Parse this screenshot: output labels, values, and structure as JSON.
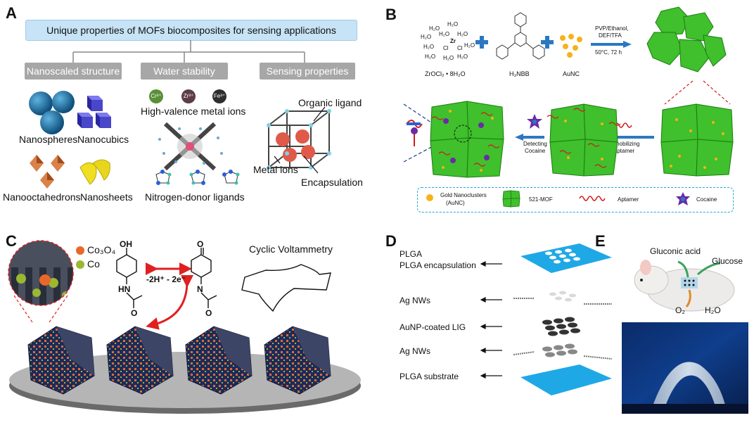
{
  "panel_a": {
    "label": "A",
    "title": "Unique properties of MOFs biocomposites for sensing applications",
    "categories": [
      "Nanoscaled structure",
      "Water stability",
      "Sensing properties"
    ],
    "shapes": [
      "Nanospheres",
      "Nanocubics",
      "Nanooctahedrons",
      "Nanosheets"
    ],
    "ions": [
      "Cr³⁺",
      "Zr³⁺",
      "Fe³⁺"
    ],
    "high_valence": "High-valence metal ions",
    "nitrogen": "Nitrogen-donor ligands",
    "organic_ligand": "Organic ligand",
    "metal_ions": "Metal ions",
    "encapsulation": "Encapsulation",
    "colors": {
      "box": "#c7e3f6",
      "gray": "#a7a7a7",
      "sphere": "#1a6fa3",
      "cube": "#4a46c9",
      "octa": "#c8642a",
      "sheet": "#e8d61c"
    }
  },
  "panel_b": {
    "label": "B",
    "water": "H₂O",
    "zr": "Zr",
    "cl": "Cl",
    "reagent1": "ZrOCl₂ • 8H₂O",
    "reagent2": "H₃NBB",
    "reagent3": "AuNC",
    "conditions": [
      "PVP/Ethanol,",
      "DEF/TFA",
      "50°C, 72 h"
    ],
    "step_immobilize": [
      "Immobilizing",
      "Aptamer"
    ],
    "step_detect": [
      "Detecting",
      "Cocaine"
    ],
    "legend": [
      "Gold Nanoclusters",
      "(AuNC)",
      "521-MOF",
      "Aptamer",
      "Cocaine"
    ],
    "colors": {
      "mof": "#39c529",
      "arrow": "#2b78c2",
      "legend_border": "#22a7d6",
      "aptamer": "#d11b1b",
      "cocaine": "#6a2aa8"
    }
  },
  "panel_c": {
    "label": "C",
    "legend": [
      "Co₃O₄",
      "Co"
    ],
    "reaction": "-2H⁺ - 2e⁻",
    "title": "Cyclic Voltammetry",
    "oh": "OH",
    "o": "O",
    "hn": "HN",
    "n": "N",
    "colors": {
      "co3o4": "#e8682a",
      "co": "#9ab832",
      "arrow": "#e02020",
      "disk": "#8a8a8a"
    }
  },
  "panel_d": {
    "label": "D",
    "layers": [
      "PLGA encapsulation",
      "Ag NWs",
      "AuNP-coated LIG",
      "Ag NWs",
      "PLGA substrate"
    ],
    "colors": {
      "plga": "#1fa8e6"
    }
  },
  "panel_e": {
    "label": "E",
    "gluconic": "Gluconic acid",
    "glucose": "Glucose",
    "o2": "O₂",
    "h2o": "H₂O"
  }
}
